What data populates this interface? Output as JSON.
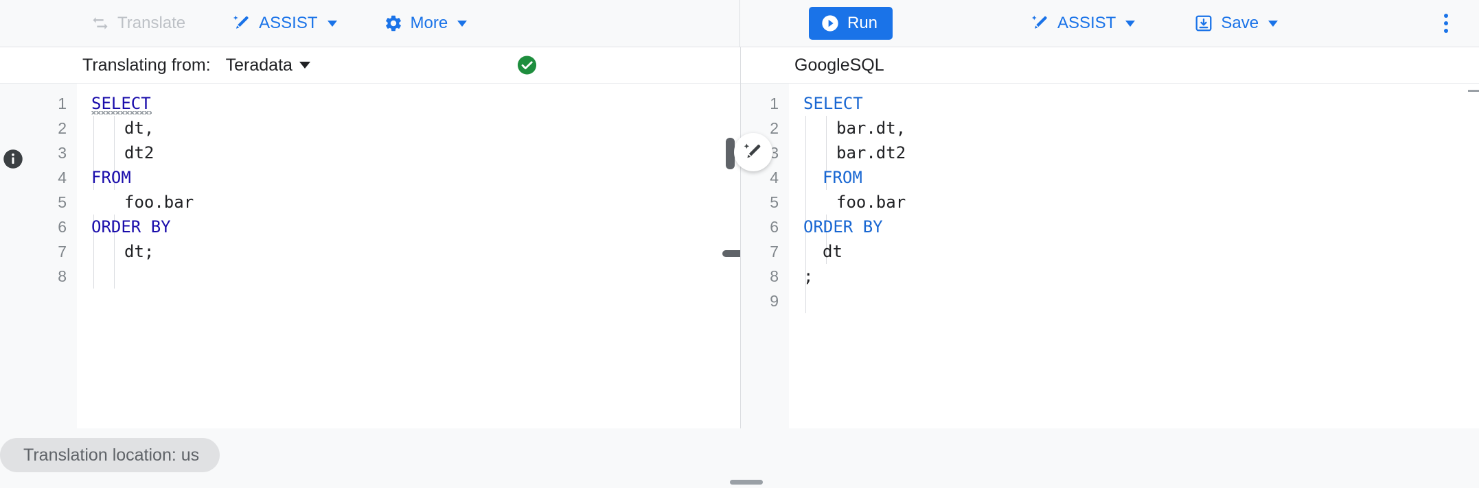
{
  "toolbar": {
    "left": {
      "translate": {
        "label": "Translate",
        "icon": "translate-swap-icon",
        "enabled": false
      },
      "assist": {
        "label": "ASSIST",
        "icon": "magic-wand-icon",
        "has_caret": true
      },
      "more": {
        "label": "More",
        "icon": "gear-icon",
        "has_caret": true
      }
    },
    "right": {
      "run": {
        "label": "Run",
        "icon": "play-circle-icon"
      },
      "assist": {
        "label": "ASSIST",
        "icon": "magic-wand-icon",
        "has_caret": true
      },
      "save": {
        "label": "Save",
        "icon": "save-download-icon",
        "has_caret": true
      },
      "overflow": {
        "icon": "more-vert-icon"
      }
    }
  },
  "left_pane": {
    "header": {
      "label": "Translating from:",
      "selected_dialect": "Teradata",
      "status_icon": "check-circle-icon",
      "status_color": "#1e8e3e"
    },
    "line_numbers": [
      "1",
      "2",
      "3",
      "4",
      "5",
      "6",
      "7",
      "8"
    ],
    "code_lines": [
      {
        "indent": 0,
        "keyword": "SELECT",
        "rest": "",
        "squiggly": true
      },
      {
        "indent": 2,
        "keyword": "",
        "rest": "dt,"
      },
      {
        "indent": 2,
        "keyword": "",
        "rest": "dt2"
      },
      {
        "indent": 0,
        "keyword": "FROM",
        "rest": ""
      },
      {
        "indent": 2,
        "keyword": "",
        "rest": "foo.bar"
      },
      {
        "indent": 0,
        "keyword": "ORDER BY",
        "rest": ""
      },
      {
        "indent": 2,
        "keyword": "",
        "rest": "dt;"
      },
      {
        "indent": 0,
        "keyword": "",
        "rest": ""
      }
    ],
    "code_text": "SELECT\n    dt,\n    dt2\nFROM\n    foo.bar\nORDER BY\n    dt;\n"
  },
  "right_pane": {
    "header": {
      "label": "GoogleSQL"
    },
    "line_numbers": [
      "1",
      "2",
      "3",
      "4",
      "5",
      "6",
      "7",
      "8",
      "9"
    ],
    "code_lines": [
      {
        "indent": 0,
        "keyword": "SELECT",
        "rest": ""
      },
      {
        "indent": 2,
        "keyword": "",
        "rest": "bar.dt,"
      },
      {
        "indent": 2,
        "keyword": "",
        "rest": "bar.dt2"
      },
      {
        "indent": 1,
        "keyword": "FROM",
        "rest": ""
      },
      {
        "indent": 2,
        "keyword": "",
        "rest": "foo.bar"
      },
      {
        "indent": 0,
        "keyword": "ORDER BY",
        "rest": ""
      },
      {
        "indent": 1,
        "keyword": "",
        "rest": "dt"
      },
      {
        "indent": 0,
        "keyword": "",
        "rest": ";"
      },
      {
        "indent": 0,
        "keyword": "",
        "rest": ""
      }
    ],
    "code_text": "SELECT\n  bar.dt,\n  bar.dt2\n FROM\n  foo.bar\nORDER BY\n dt\n;\n"
  },
  "magic_fab": {
    "icon": "magic-wand-icon"
  },
  "info": {
    "icon": "info-icon"
  },
  "footer": {
    "location_chip": "Translation location: us",
    "drag_handle": "resize-handle"
  },
  "colors": {
    "accent_blue": "#1a73e8",
    "keyword_left": "#1a0dab",
    "keyword_right": "#1967d2",
    "success_green": "#1e8e3e",
    "surface": "#f8f9fa",
    "editor_bg": "#ffffff",
    "muted_text": "#5f6368",
    "disabled_text": "#bdc1c6"
  }
}
